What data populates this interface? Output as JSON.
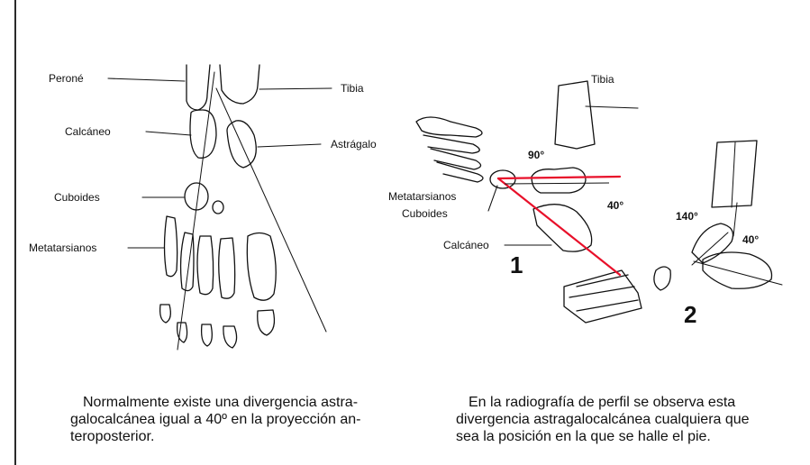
{
  "colors": {
    "ink": "#111111",
    "angle_line": "#e8102a",
    "page": "#ffffff"
  },
  "figure_left": {
    "labels": {
      "perone": "Peroné",
      "tibia": "Tibia",
      "calcaneo": "Calcáneo",
      "astragalo": "Astrágalo",
      "cuboides": "Cuboides",
      "metatarsianos": "Metatarsianos"
    },
    "caption_lines": [
      "Normalmente existe una divergencia astra-",
      "galocalcánea igual a 40º en la proyección an-",
      "teroposterior."
    ]
  },
  "figure_right": {
    "labels": {
      "tibia": "Tibia",
      "metatarsianos": "Metatarsianos",
      "cuboides": "Cuboides",
      "calcaneo": "Calcáneo"
    },
    "angles": {
      "a90": "90°",
      "a40": "40°",
      "a140": "140°",
      "a40b": "40°"
    },
    "numbers": {
      "one": "1",
      "two": "2"
    },
    "caption_lines": [
      "En la radiografía de perfil se observa esta",
      "divergencia astragalocalcánea cualquiera que",
      "sea la posición en la que se halle el pie."
    ]
  }
}
